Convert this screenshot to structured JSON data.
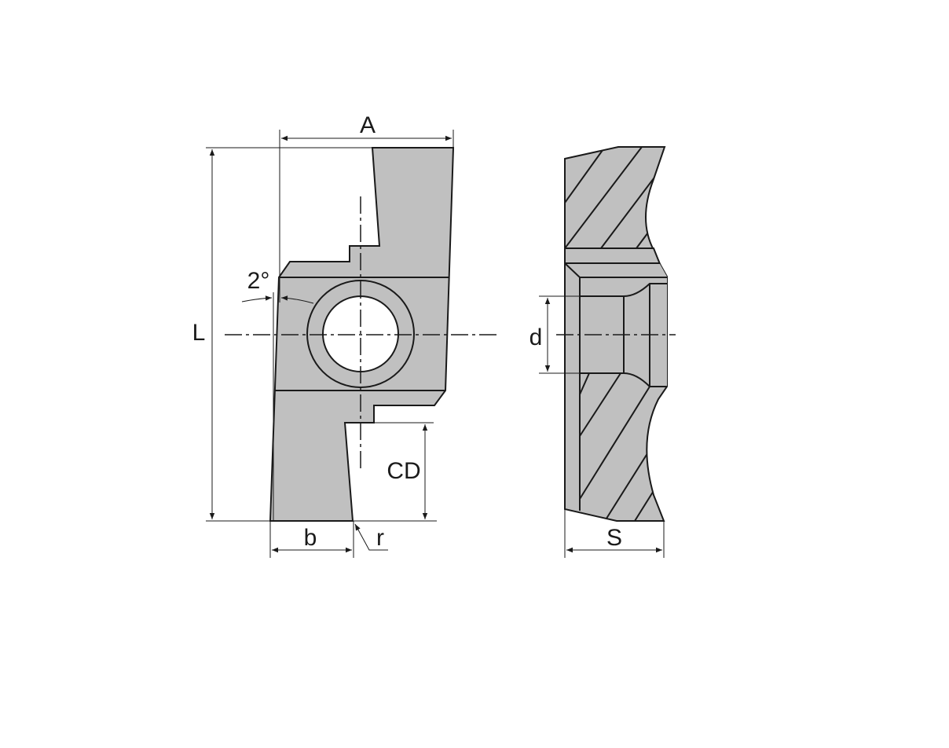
{
  "dimensions": {
    "A": "A",
    "L": "L",
    "angle": "2°",
    "CD": "CD",
    "b": "b",
    "r": "r",
    "d": "d",
    "S": "S"
  },
  "colors": {
    "fill": "#c0c0c0",
    "line": "#1a1a1a"
  }
}
